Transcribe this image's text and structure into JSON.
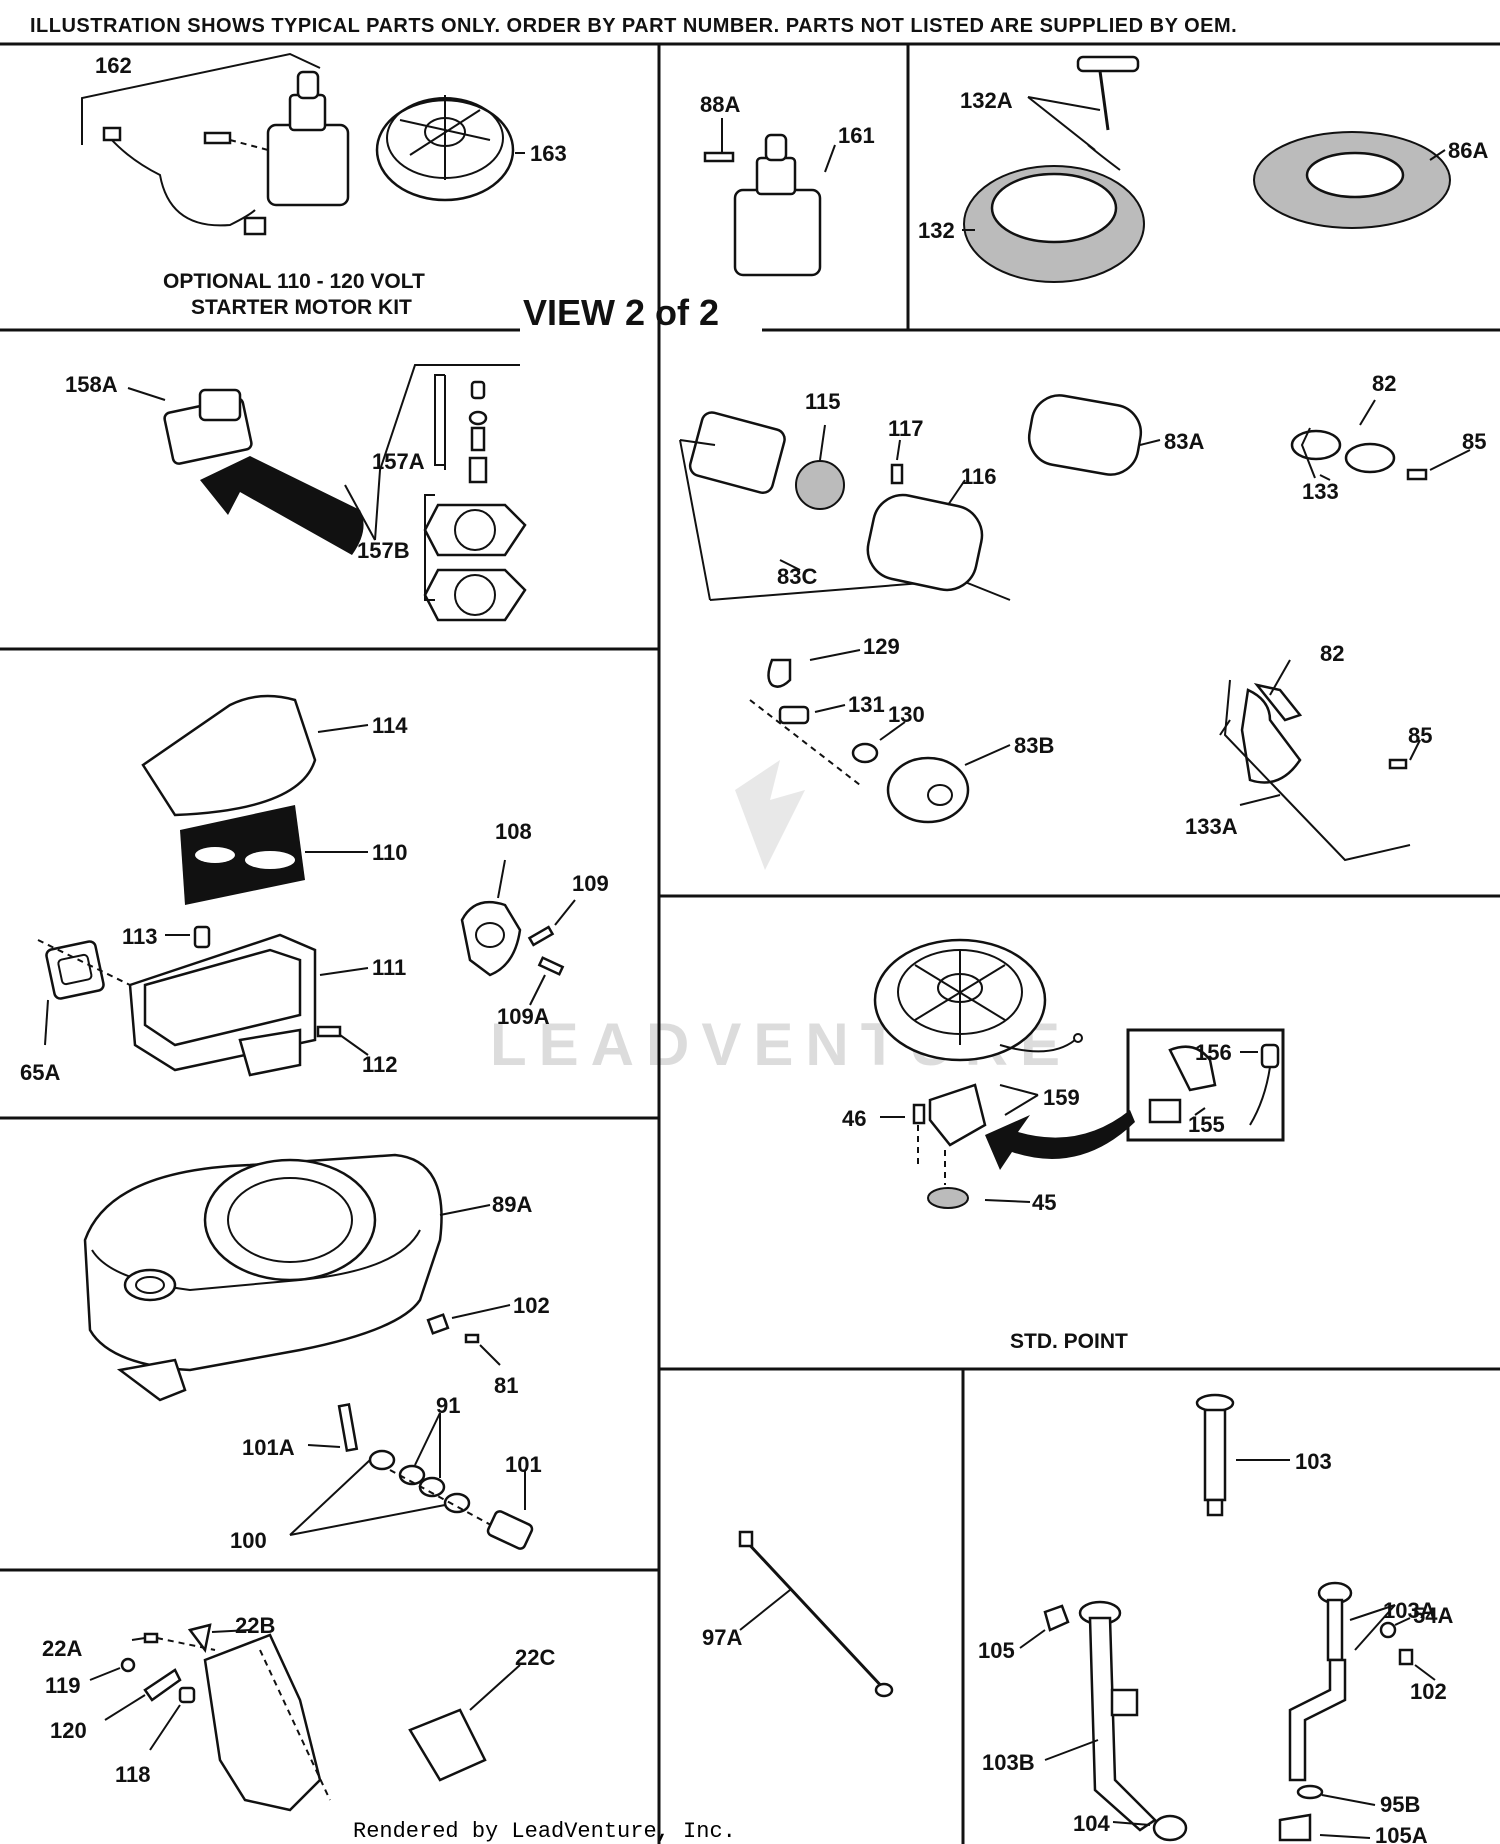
{
  "header": {
    "notice": "ILLUSTRATION SHOWS TYPICAL PARTS ONLY. ORDER BY PART NUMBER. PARTS NOT LISTED ARE SUPPLIED BY OEM.",
    "view": "VIEW 2 of 2"
  },
  "captions": {
    "starter_kit_line1": "OPTIONAL 110 - 120 VOLT",
    "starter_kit_line2": "STARTER MOTOR KIT",
    "std_point": "STD. POINT"
  },
  "footer": {
    "rendered_by": "Rendered by LeadVenture, Inc."
  },
  "watermark": {
    "text": "LEADVENTURE"
  },
  "parts": {
    "p162": "162",
    "p163": "163",
    "p88A": "88A",
    "p161": "161",
    "p132A": "132A",
    "p132": "132",
    "p86A": "86A",
    "p158A": "158A",
    "p157A": "157A",
    "p157B": "157B",
    "p115": "115",
    "p117": "117",
    "p116": "116",
    "p83C": "83C",
    "p83A": "83A",
    "p82a": "82",
    "p85a": "85",
    "p133": "133",
    "p129": "129",
    "p131": "131",
    "p130": "130",
    "p83B": "83B",
    "p82b": "82",
    "p85b": "85",
    "p133A": "133A",
    "p114": "114",
    "p110": "110",
    "p113": "113",
    "p111": "111",
    "p65A": "65A",
    "p112": "112",
    "p108": "108",
    "p109": "109",
    "p109A": "109A",
    "p156": "156",
    "p155": "155",
    "p159": "159",
    "p46": "46",
    "p45": "45",
    "p89A": "89A",
    "p102a": "102",
    "p81": "81",
    "p91": "91",
    "p101A": "101A",
    "p101": "101",
    "p100": "100",
    "p22A": "22A",
    "p22B": "22B",
    "p119": "119",
    "p120": "120",
    "p118": "118",
    "p22C": "22C",
    "p97A": "97A",
    "p103": "103",
    "p105": "105",
    "p103B": "103B",
    "p104": "104",
    "p103A": "103A",
    "p54A": "54A",
    "p102b": "102",
    "p95B": "95B",
    "p105A": "105A"
  }
}
